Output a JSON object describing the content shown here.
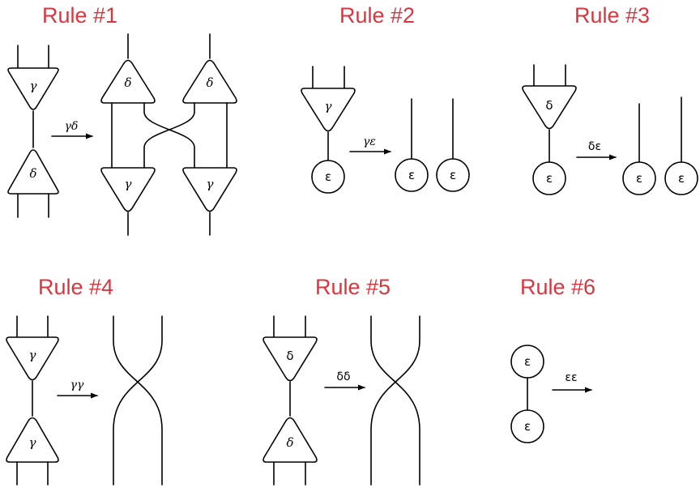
{
  "rules": [
    {
      "title": "Rule #1",
      "arrow_label": "γδ"
    },
    {
      "title": "Rule #2",
      "arrow_label": "γε"
    },
    {
      "title": "Rule #3",
      "arrow_label": "δε"
    },
    {
      "title": "Rule #4",
      "arrow_label": "γγ"
    },
    {
      "title": "Rule #5",
      "arrow_label": "δδ"
    },
    {
      "title": "Rule #6",
      "arrow_label": "εε"
    }
  ],
  "symbols": {
    "gamma": "γ",
    "delta": "δ",
    "epsilon": "ε"
  },
  "colors": {
    "title": "#d9363e",
    "ink": "#000000"
  }
}
